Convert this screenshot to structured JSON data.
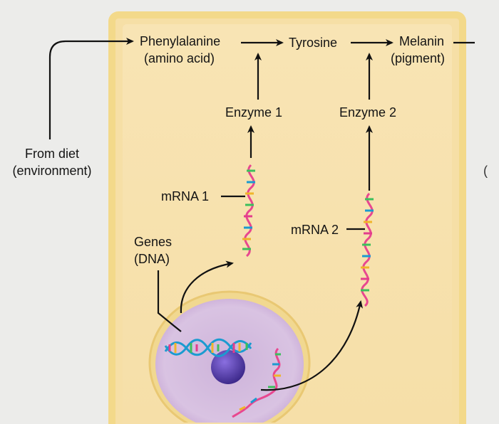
{
  "labels": {
    "phenylalanine": "Phenylalanine",
    "amino_acid": "(amino acid)",
    "tyrosine": "Tyrosine",
    "melanin": "Melanin",
    "pigment": "(pigment)",
    "enzyme1": "Enzyme 1",
    "enzyme2": "Enzyme 2",
    "from_diet": "From diet",
    "environment": "(environment)",
    "mrna1": "mRNA 1",
    "mrna2": "mRNA 2",
    "genes": "Genes",
    "dna": "(DNA)",
    "edge_mark": "("
  },
  "colors": {
    "cell_wall": "#f3d98a",
    "cytoplasm": "#f7e1ad",
    "nucleus": "#d9bfe0",
    "nucleolus": "#5b3fb0",
    "arrow": "#111111"
  }
}
